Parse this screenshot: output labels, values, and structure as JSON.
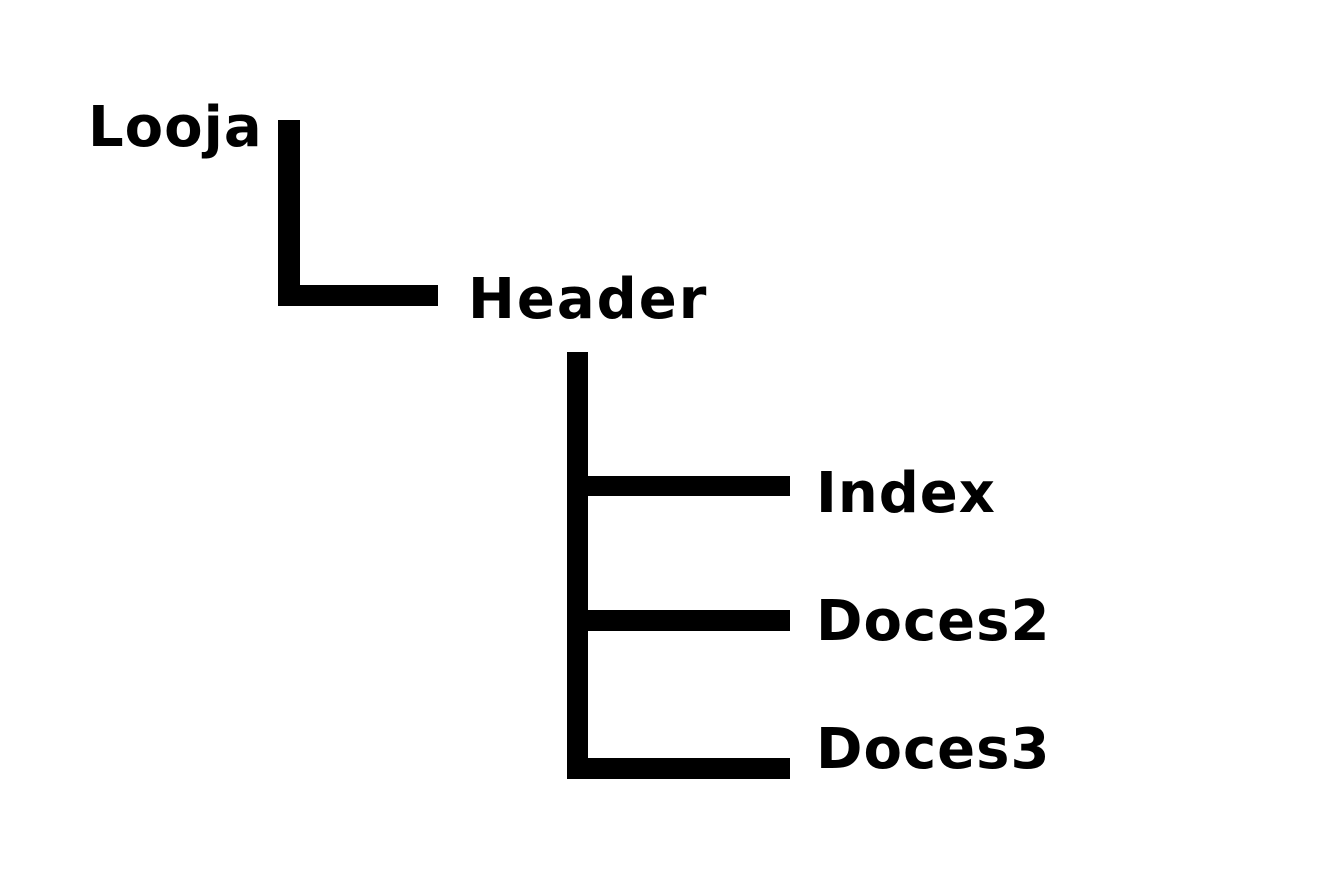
{
  "diagram": {
    "type": "tree",
    "line_color": "#000000",
    "text_color": "#000000",
    "background": "#ffffff",
    "root": {
      "label": "Looja",
      "children": [
        {
          "label": "Header",
          "children": [
            {
              "label": "Index"
            },
            {
              "label": "Doces2"
            },
            {
              "label": "Doces3"
            }
          ]
        }
      ]
    }
  }
}
